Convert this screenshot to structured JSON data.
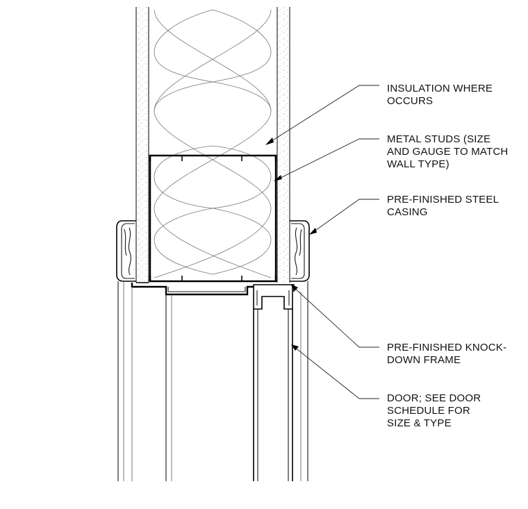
{
  "notes": [
    {
      "id": "insulation",
      "lines": [
        "INSULATION WHERE",
        "OCCURS"
      ]
    },
    {
      "id": "metal-studs",
      "lines": [
        "METAL STUDS (SIZE",
        "AND GAUGE TO MATCH",
        "WALL TYPE)"
      ]
    },
    {
      "id": "casing",
      "lines": [
        "PRE-FINISHED STEEL",
        "CASING"
      ]
    },
    {
      "id": "frame",
      "lines": [
        "PRE-FINISHED KNOCK-",
        "DOWN FRAME"
      ]
    },
    {
      "id": "door",
      "lines": [
        "DOOR; SEE DOOR",
        "SCHEDULE FOR",
        "SIZE & TYPE"
      ]
    }
  ]
}
